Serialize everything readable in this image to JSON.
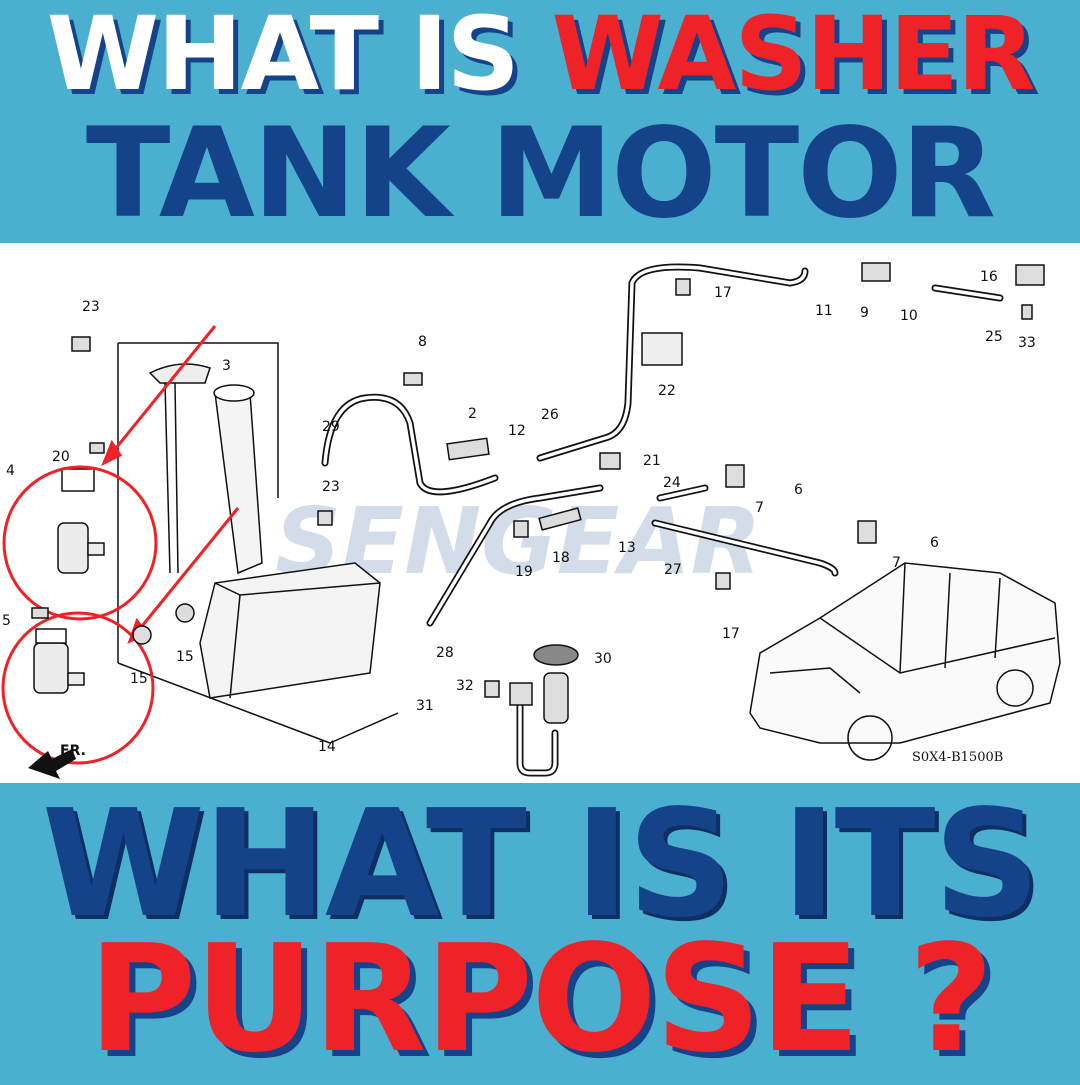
{
  "heading": {
    "line1_white": "WHAT IS",
    "line1_red": "WASHER",
    "line2": "TANK MOTOR"
  },
  "question": {
    "line1": "WHAT IS ITS",
    "line2": "PURPOSE ?"
  },
  "watermark": "SENGEAR",
  "diagram": {
    "part_code": "S0X4-B1500B",
    "direction": "FR.",
    "callouts": [
      "23",
      "3",
      "8",
      "20",
      "4",
      "5",
      "15",
      "15",
      "23",
      "14",
      "29",
      "2",
      "12",
      "26",
      "21",
      "24",
      "6",
      "7",
      "6",
      "7",
      "13",
      "18",
      "19",
      "27",
      "17",
      "22",
      "11",
      "9",
      "10",
      "16",
      "25",
      "33",
      "17",
      "28",
      "30",
      "32",
      "31"
    ],
    "colors": {
      "highlight": "#ee2227",
      "banner": "#4bafd0",
      "navy": "#14438a"
    }
  }
}
